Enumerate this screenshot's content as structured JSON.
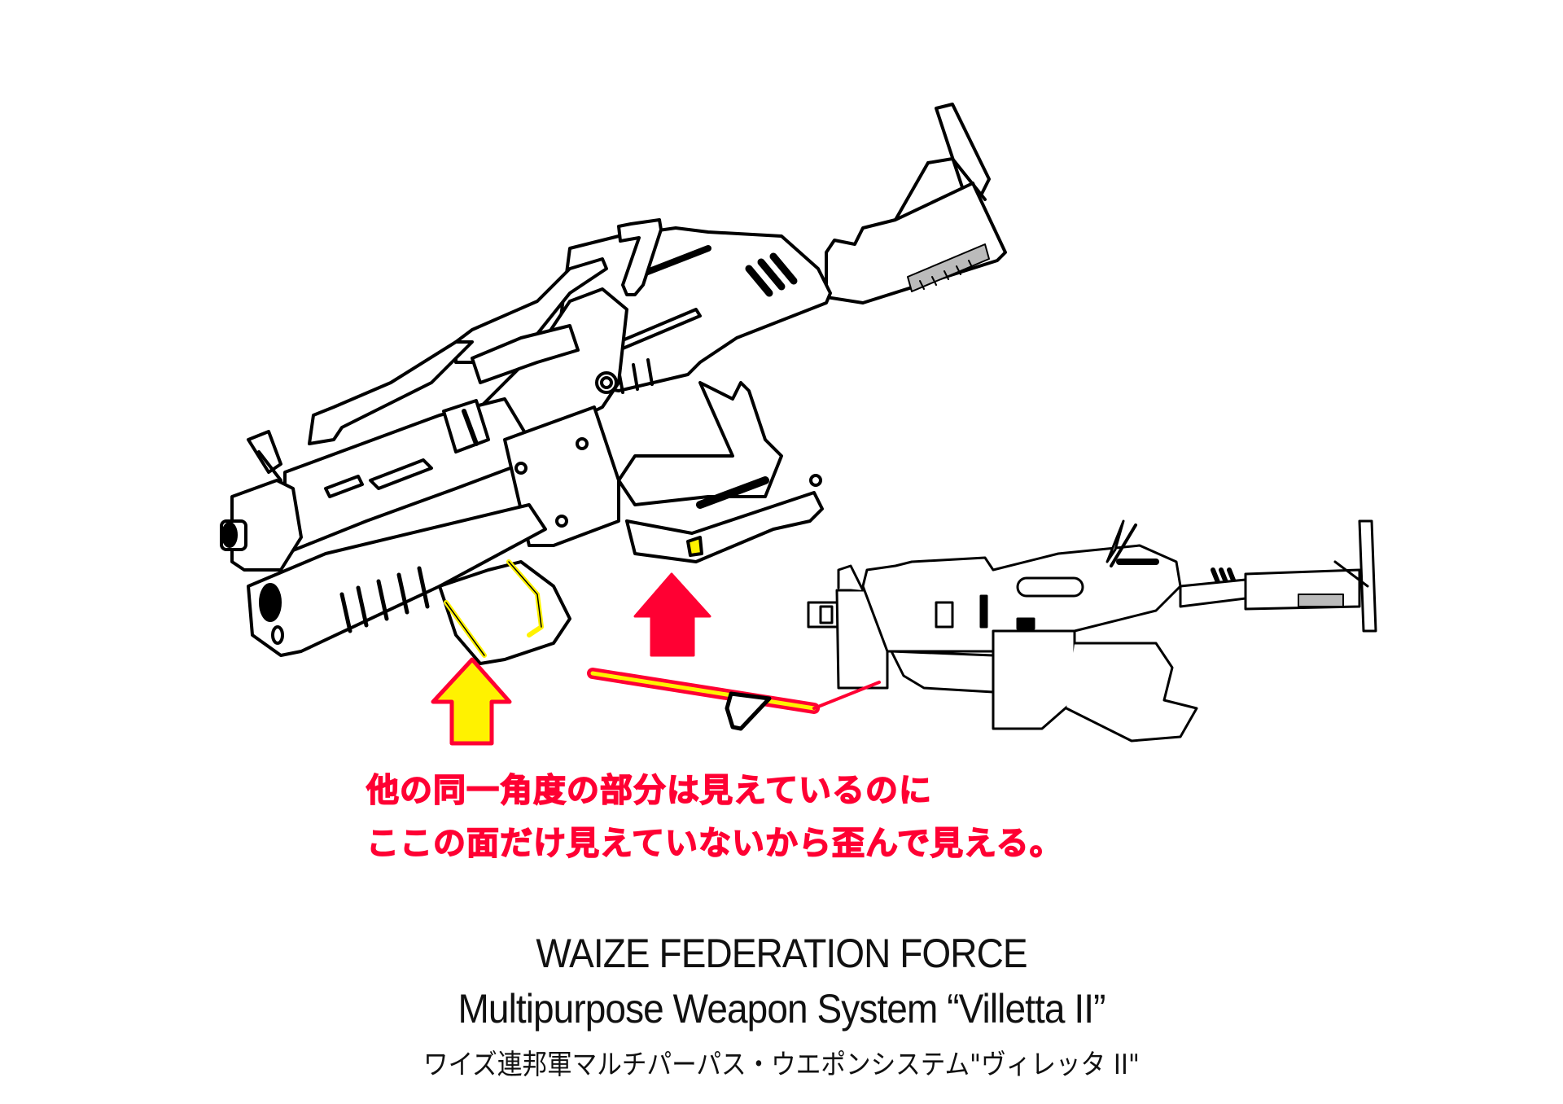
{
  "annotation": {
    "line1": "他の同一角度の部分は見えているのに",
    "line2": "ここの面だけ見えていないから歪んで見える。",
    "color": "#ff0033"
  },
  "caption": {
    "title": "WAIZE FEDERATION FORCE",
    "subtitle": "Multipurpose Weapon System “Villetta II”",
    "japanese": "ワイズ連邦軍マルチパーパス・ウエポンシステム\"ヴィレッタ II\""
  },
  "arrows": [
    {
      "name": "yellow-arrow",
      "fill": "#fff200",
      "stroke": "#ff0033"
    },
    {
      "name": "red-arrow",
      "fill": "#ff0033"
    }
  ],
  "highlight": {
    "fill": "#fff200",
    "stroke": "#ff0033"
  }
}
